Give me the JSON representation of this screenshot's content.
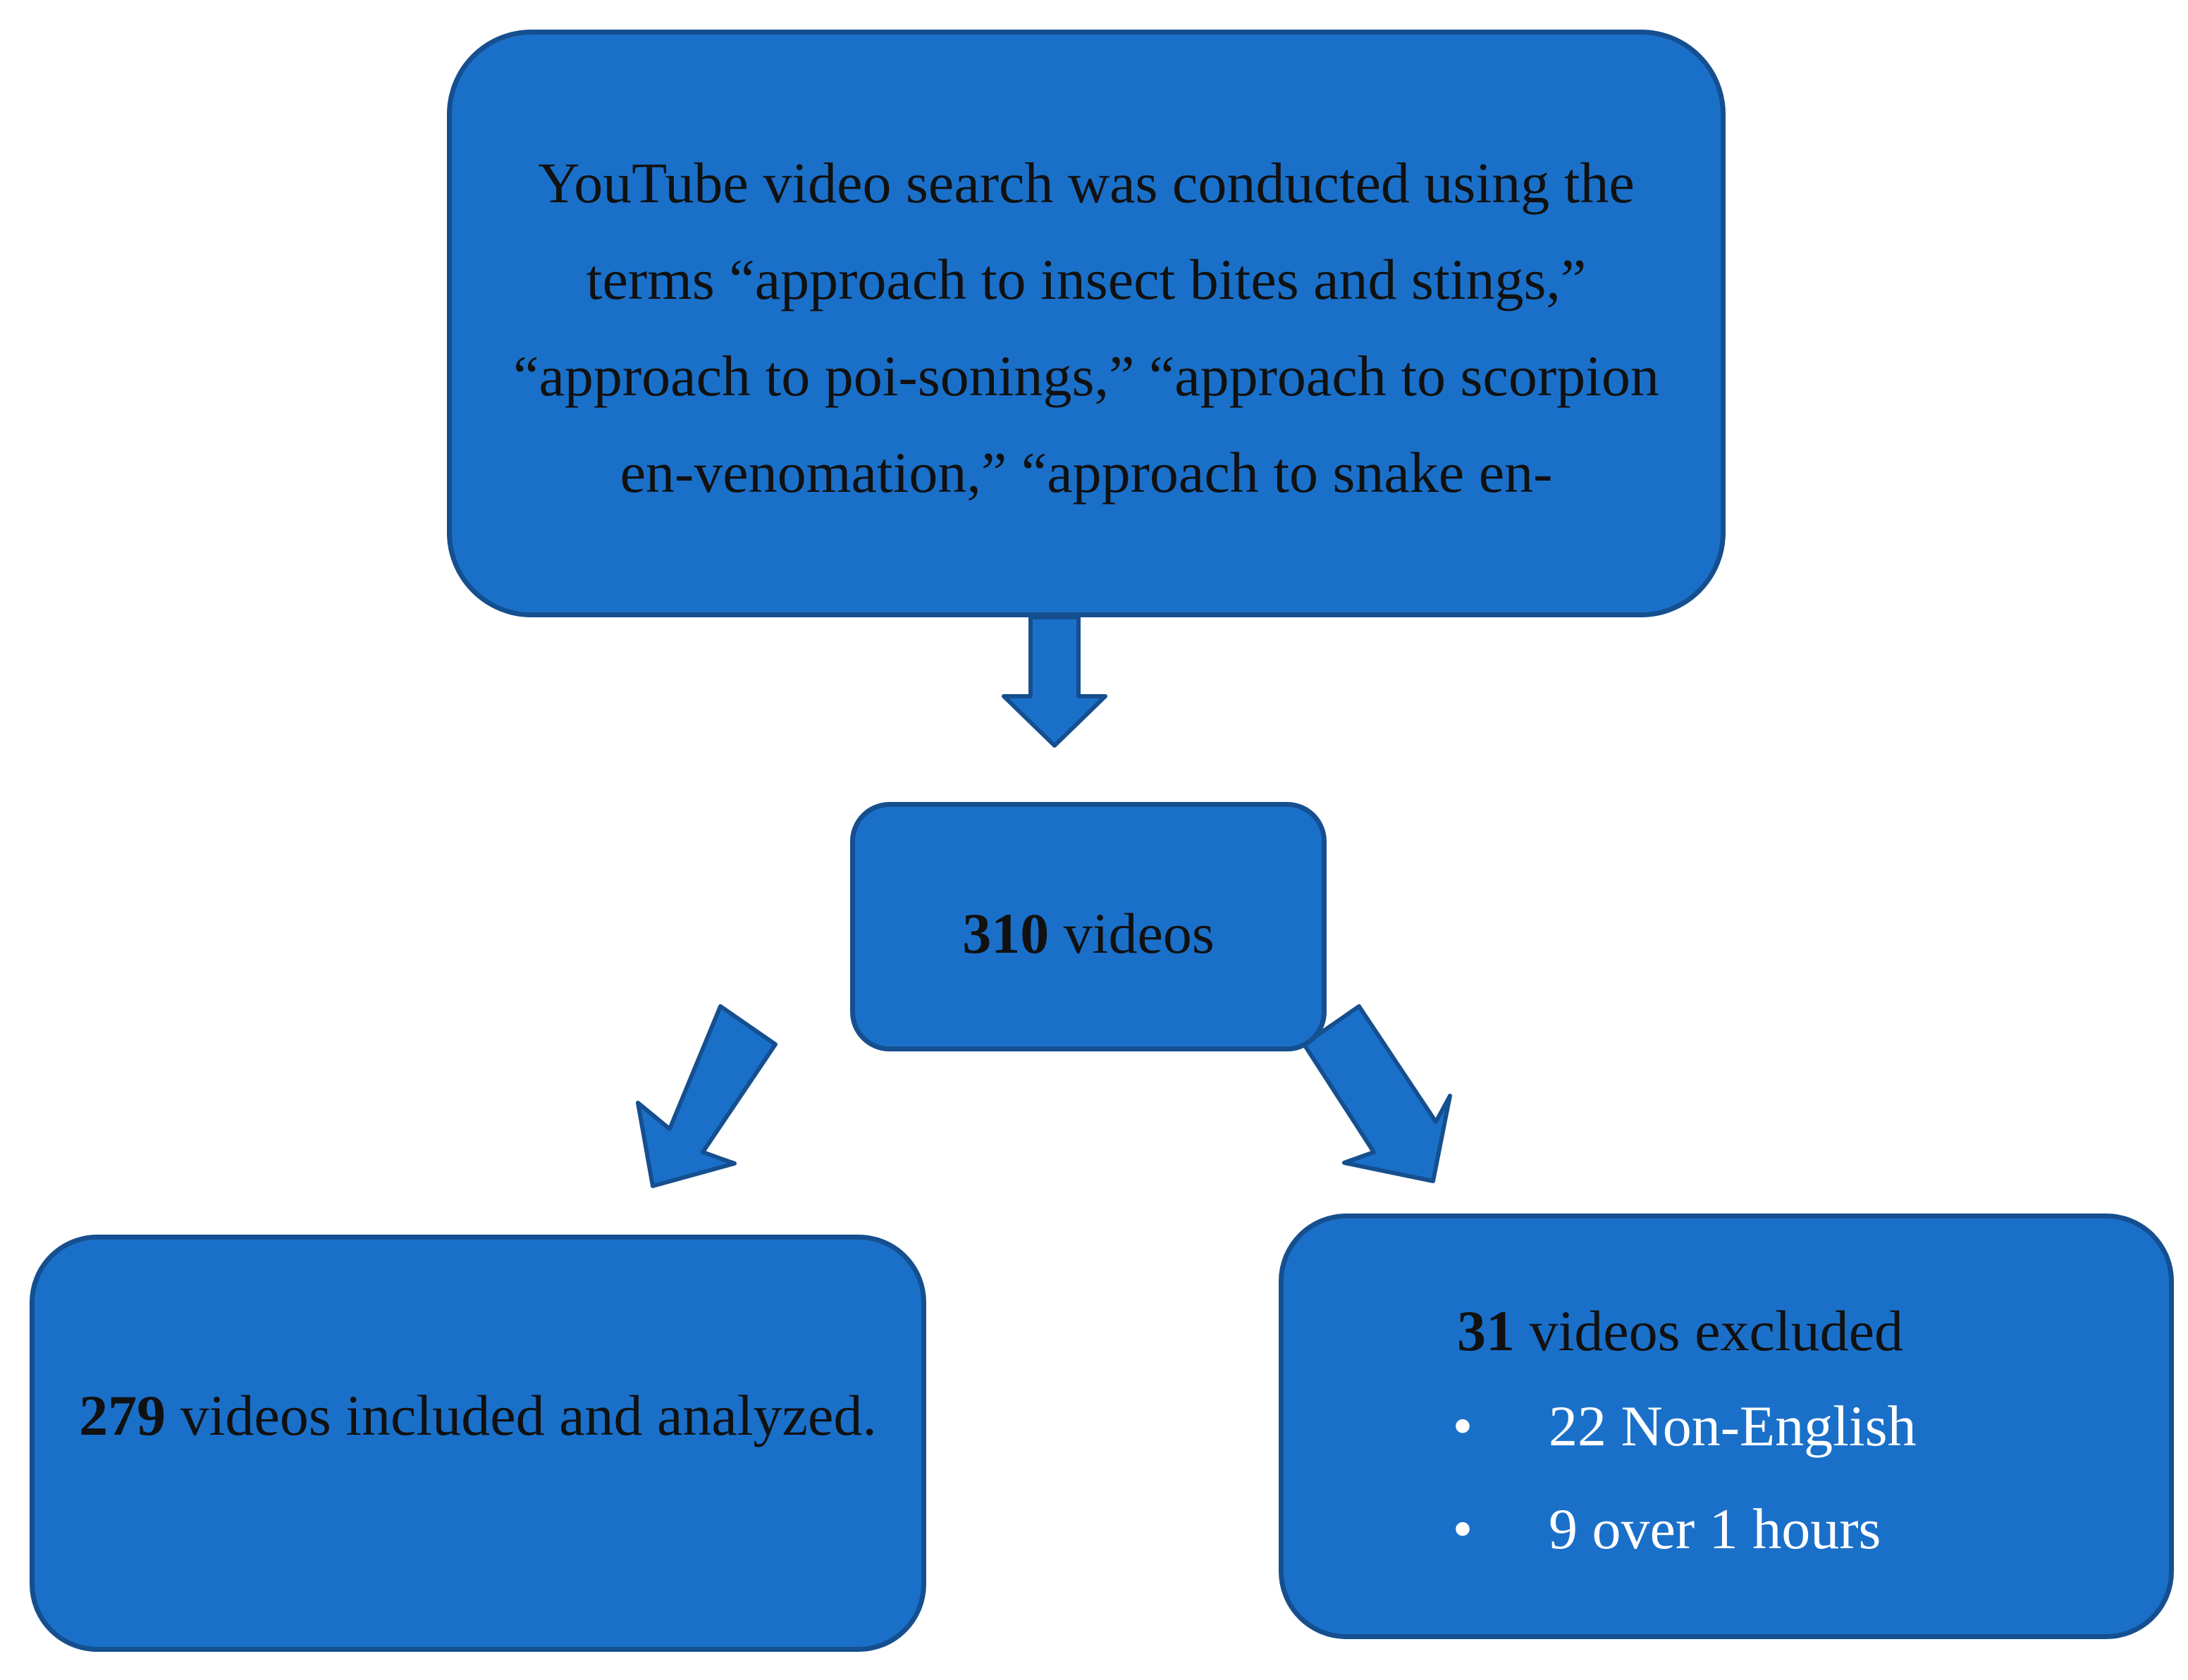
{
  "search_box": {
    "text": "YouTube video search was conducted using the terms “approach to insect bites and stings,” “approach to poi-sonings,” “approach to scorpion en-venomation,” “approach to snake en-"
  },
  "total_box": {
    "count": "310",
    "label": " videos"
  },
  "included_box": {
    "count": "279",
    "label": " videos included and analyzed."
  },
  "excluded_box": {
    "count": "31",
    "label": " videos excluded",
    "items": [
      {
        "bullet": "•",
        "text": "22 Non-English"
      },
      {
        "bullet": "•",
        "text": "9 over 1 hours"
      }
    ]
  },
  "colors": {
    "box_fill": "#1a70c9",
    "box_border": "#154f8f",
    "text_dark": "#111111",
    "text_light": "#ffffff"
  }
}
